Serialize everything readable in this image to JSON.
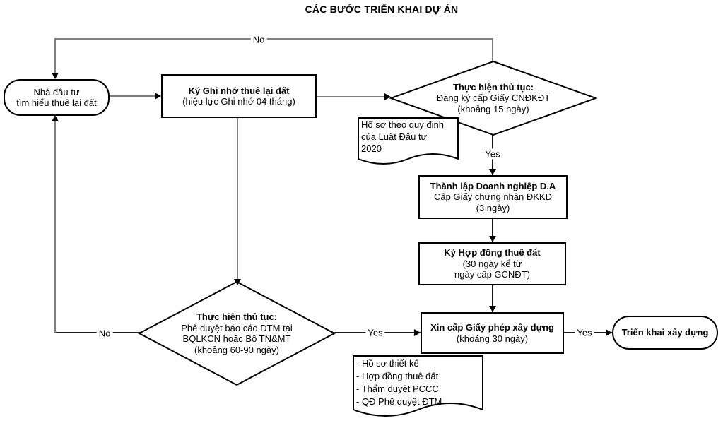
{
  "title": "CÁC BƯỚC TRIỂN KHAI DỰ ÁN",
  "colors": {
    "background": "#ffffff",
    "shape_border": "#000000",
    "connector_gray": "#7f7f7f",
    "connector_black": "#1a1a1a",
    "text": "#000000"
  },
  "nodes": {
    "start": {
      "line1": "Nhà đầu tư",
      "line2": "tìm hiểu thuê lại đất"
    },
    "sign_mou": {
      "line1": "Ký Ghi nhớ thuê lại đất",
      "line2": "(hiệu lực Ghi nhớ 04 tháng)"
    },
    "decision_irc": {
      "line1": "Thực hiện thủ tục:",
      "line2": "Đăng ký cấp Giấy CNĐKĐT",
      "line3": "(khoảng 15 ngày)"
    },
    "doc_investment_law": {
      "line1": "Hồ sơ theo quy định",
      "line2": "của Luật Đầu tư",
      "line3": "2020"
    },
    "establish_company": {
      "line1": "Thành lập Doanh nghiệp D.A",
      "line2": "Cấp Giấy chứng nhận ĐKKD",
      "line3": "(3 ngày)"
    },
    "sign_land_lease": {
      "line1": "Ký Hợp đồng thuê đất",
      "line2": "(30 ngày kể từ",
      "line3": "ngày cấp GCNĐT)"
    },
    "decision_eia": {
      "line1": "Thực hiện thủ tục:",
      "line2": "Phê duyệt báo cáo ĐTM tại",
      "line3": "BQLKCN hoặc Bộ TN&MT",
      "line4": "(khoảng 60-90 ngày)"
    },
    "building_permit": {
      "line1": "Xin cấp Giấy phép xây dựng",
      "line2": "(khoảng 30 ngày)"
    },
    "end": {
      "line1": "Triển khai xây dựng"
    },
    "doc_permit_dossier": {
      "line1": "- Hồ sơ thiết kế",
      "line2": "- Hợp đồng thuê đất",
      "line3": "- Thẩm duyệt PCCC",
      "line4": "- QĐ Phê duyệt ĐTM"
    }
  },
  "labels": {
    "no_top": "No",
    "no_left": "No",
    "yes_irc": "Yes",
    "yes_eia": "Yes",
    "yes_permit": "Yes"
  }
}
